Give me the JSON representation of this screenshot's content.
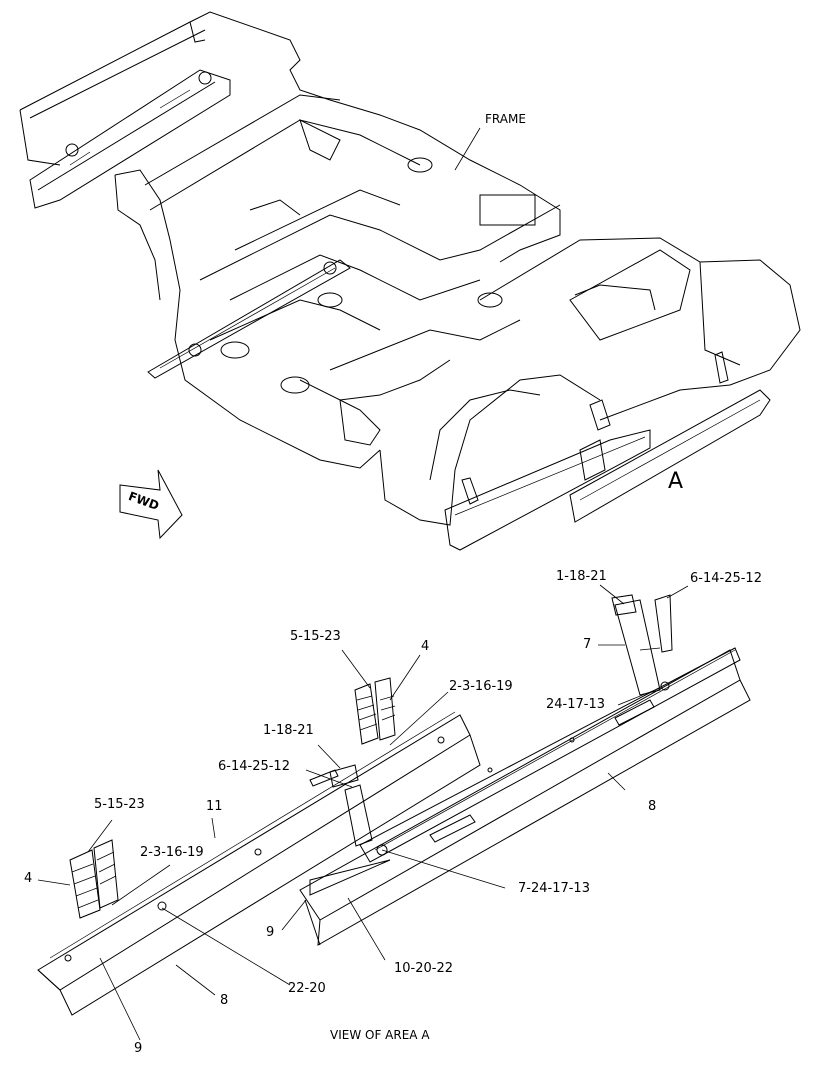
{
  "upper_view": {
    "frame_label": "FRAME",
    "fwd_label": "FWD",
    "area_label": "A"
  },
  "detail_view": {
    "caption": "VIEW OF AREA  A",
    "callouts": {
      "c_1_18_21_top": "1-18-21",
      "c_6_14_25_12_top": "6-14-25-12",
      "c_7_top": "7",
      "c_24_17_13": "24-17-13",
      "c_8_right": "8",
      "c_5_15_23_mid": "5-15-23",
      "c_4_mid": "4",
      "c_2_3_16_19_mid": "2-3-16-19",
      "c_1_18_21_mid": "1-18-21",
      "c_6_14_25_12_mid": "6-14-25-12",
      "c_5_15_23_left": "5-15-23",
      "c_11": "11",
      "c_2_3_16_19_left": "2-3-16-19",
      "c_4_left": "4",
      "c_7_24_17_13": "7-24-17-13",
      "c_9_mid": "9",
      "c_10_20_22": "10-20-22",
      "c_22_20": "22-20",
      "c_8_bottom": "8",
      "c_9_bottom": "9"
    }
  }
}
